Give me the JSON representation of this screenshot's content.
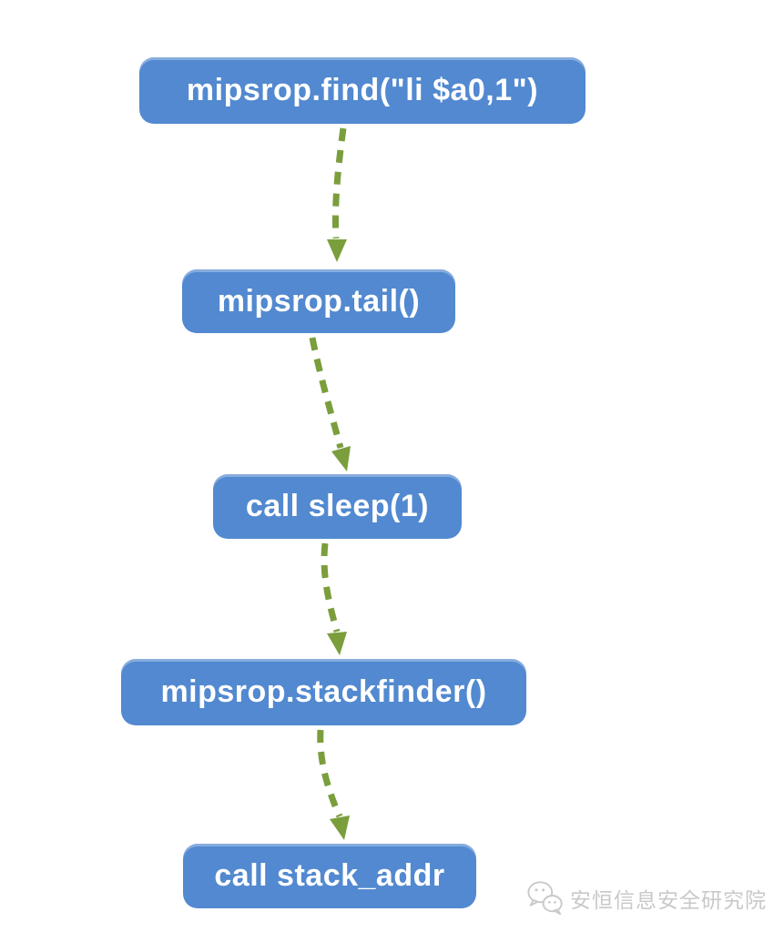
{
  "diagram": {
    "type": "flowchart",
    "background_color": "#ffffff",
    "node_fill_color": "#5289d0",
    "node_text_color": "#ffffff",
    "arrow_color": "#7a9e3c",
    "arrow_style": "dashed-curved-down",
    "nodes": [
      {
        "id": "find",
        "label": "mipsrop.find(\"li $a0,1\")"
      },
      {
        "id": "tail",
        "label": "mipsrop.tail()"
      },
      {
        "id": "sleep",
        "label": "call sleep(1)"
      },
      {
        "id": "stackfinder",
        "label": "mipsrop.stackfinder()"
      },
      {
        "id": "stackaddr",
        "label": "call stack_addr"
      }
    ],
    "edges": [
      {
        "from": "find",
        "to": "tail"
      },
      {
        "from": "tail",
        "to": "sleep"
      },
      {
        "from": "sleep",
        "to": "stackfinder"
      },
      {
        "from": "stackfinder",
        "to": "stackaddr"
      }
    ]
  },
  "watermark": {
    "icon": "wechat-chat-bubbles-icon",
    "text": "安恒信息安全研究院",
    "color": "#c9c9c9"
  }
}
